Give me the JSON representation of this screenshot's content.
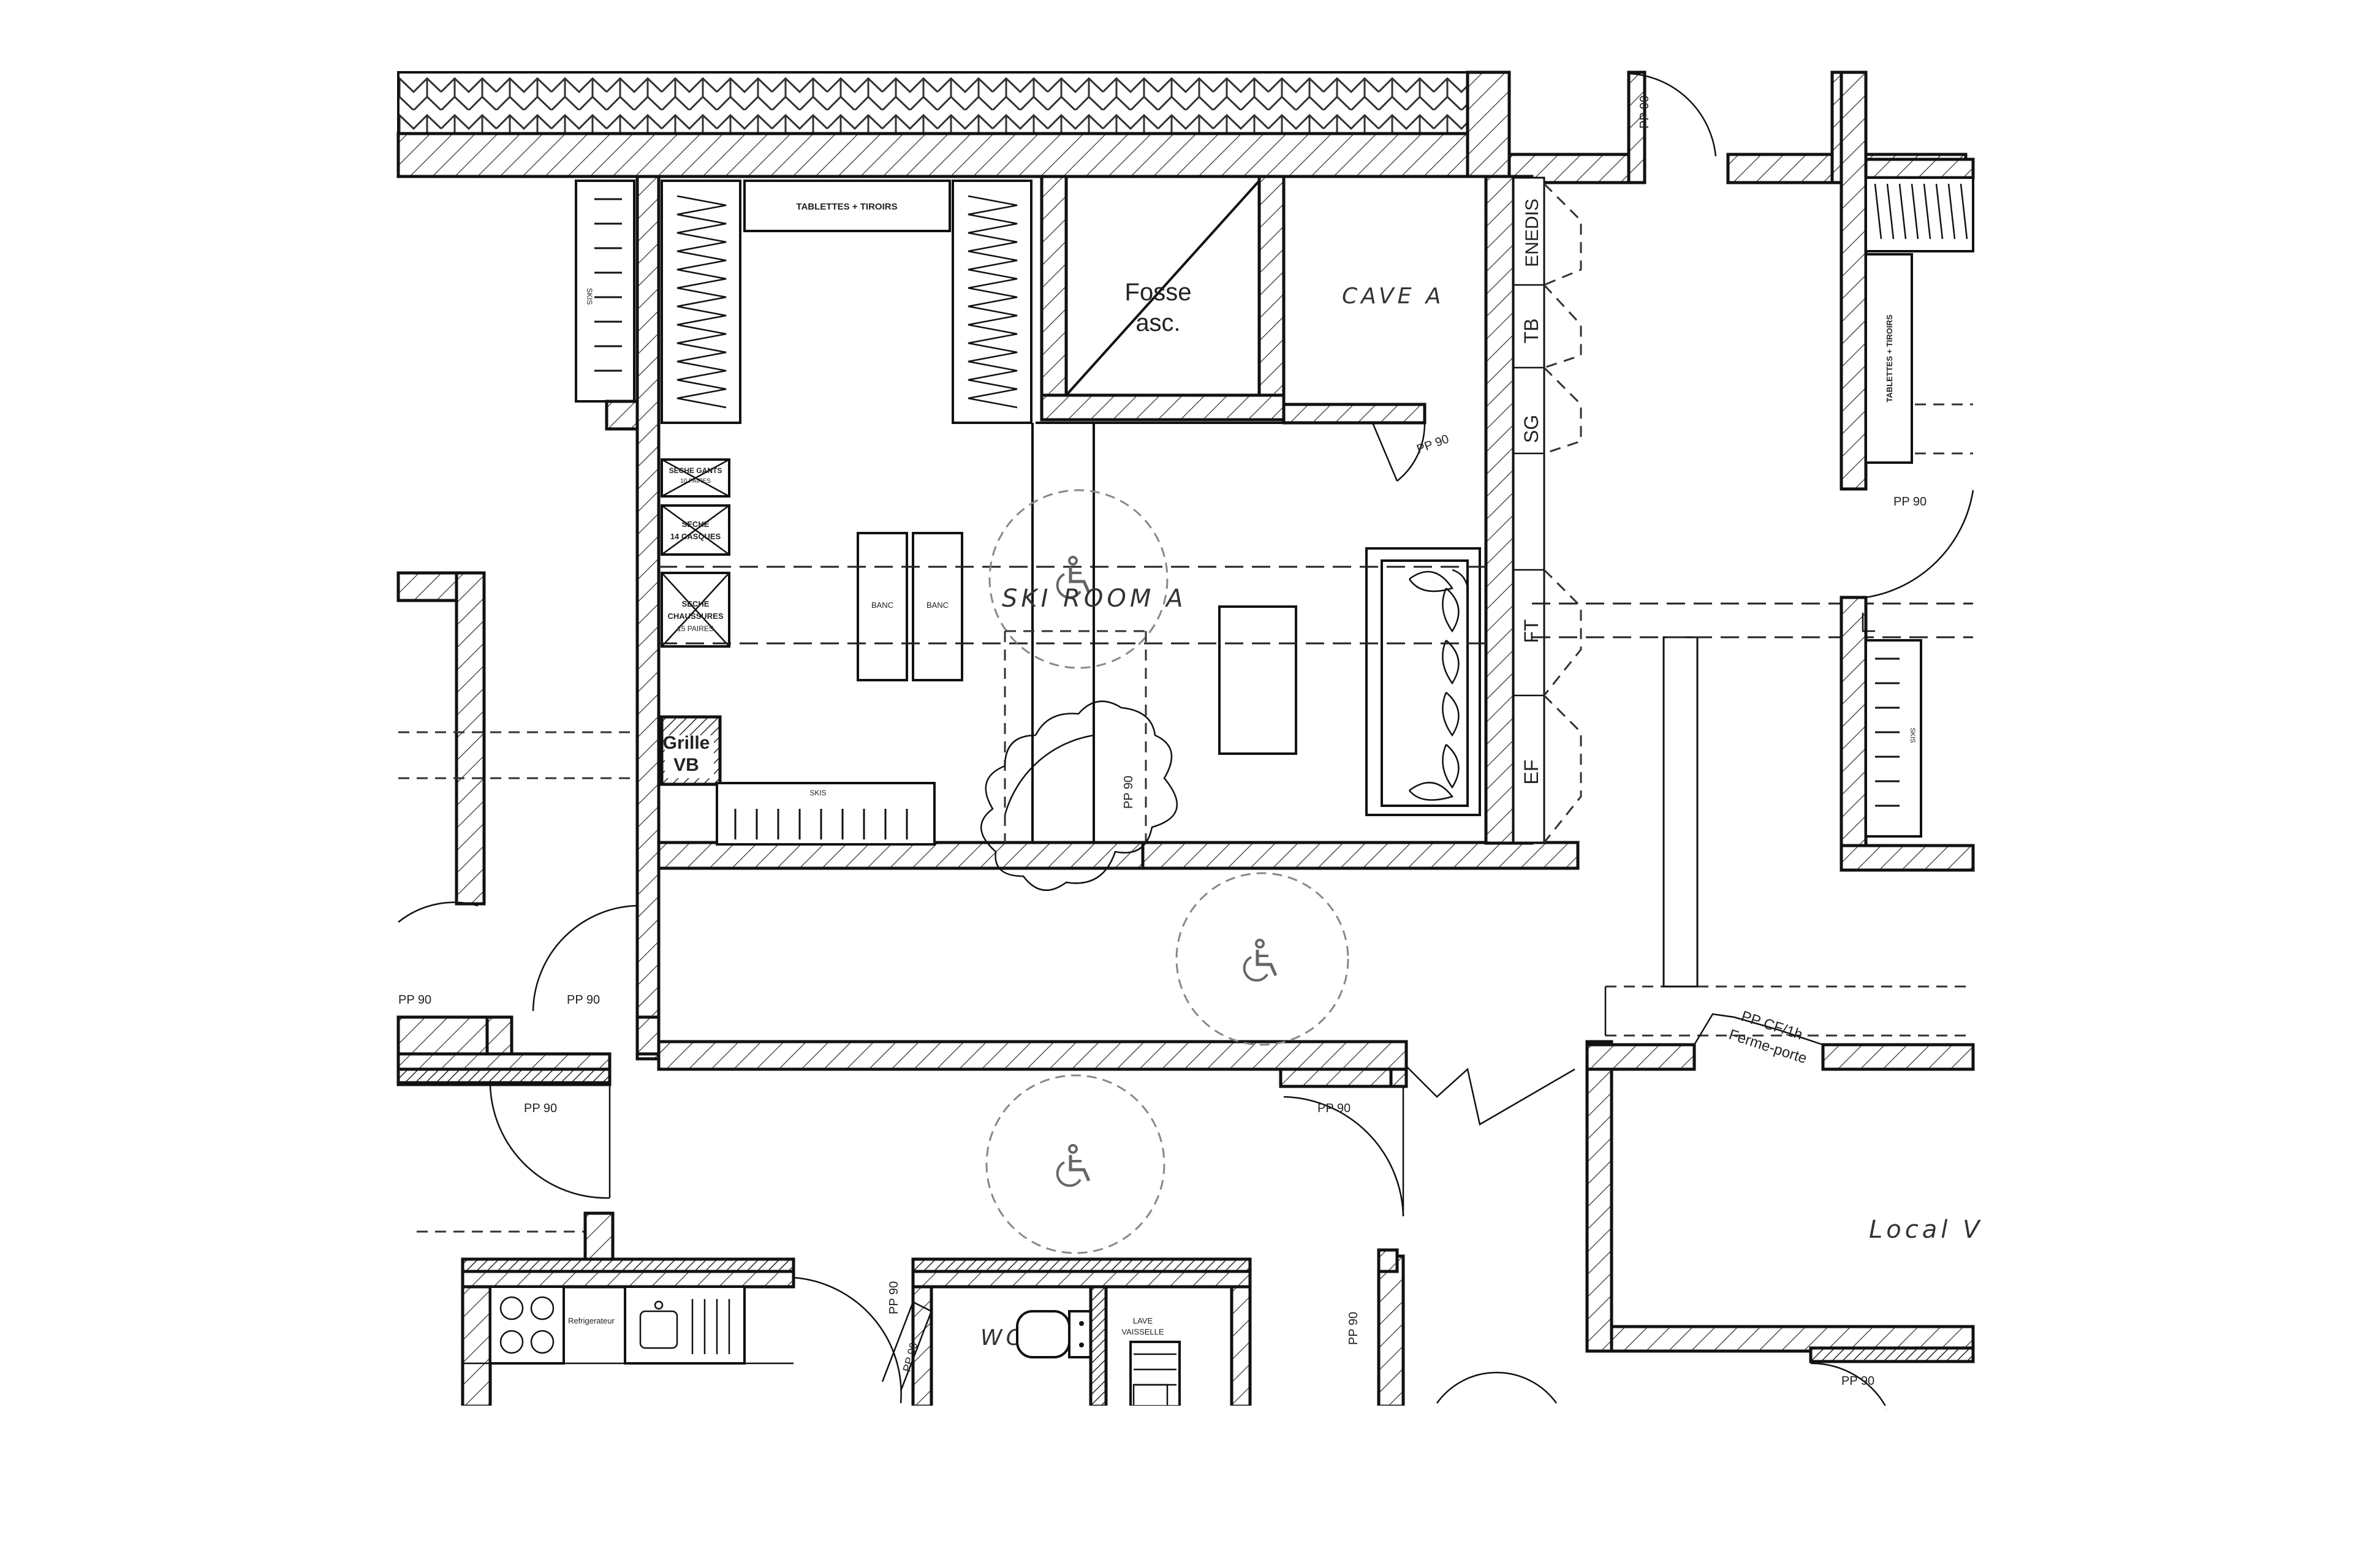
{
  "rooms": {
    "fosse_line1": "Fosse",
    "fosse_line2": "asc.",
    "cave": "CAVE A",
    "ski_room": "SKI ROOM A",
    "wc": "WC",
    "local": "Local V"
  },
  "shafts": [
    "ENEDIS",
    "TB",
    "SG",
    "FT",
    "EF"
  ],
  "fixtures": {
    "tablettes_top": "TABLETTES + TIROIRS",
    "tablettes_right": "TABLETTES + TIROIRS",
    "skis_left": "SKIS",
    "skis_bottom": "SKIS",
    "skis_right": "SKIS",
    "seche_gants_1": "SECHE GANTS",
    "seche_gants_2": "10 PAIRES",
    "seche_casques_1": "SECHE",
    "seche_casques_2": "14 CASQUES",
    "seche_chaussures_1": "SECHE",
    "seche_chaussures_2": "CHAUSSURES",
    "seche_chaussures_3": "15 PAIRES",
    "banc": "BANC",
    "grille_1": "Grille",
    "grille_2": "VB",
    "refrigerateur": "Refrigerateur",
    "lave_vaisselle_1": "LAVE",
    "lave_vaisselle_2": "VAISSELLE"
  },
  "doors": {
    "pp90": "PP 90",
    "cf_line1": "PP CF/1h",
    "cf_line2": "Ferme-porte"
  },
  "icons": {
    "accessibility": "wheelchair-icon"
  },
  "colors": {
    "line": "#111111",
    "dashed": "#888888",
    "background": "#ffffff"
  }
}
